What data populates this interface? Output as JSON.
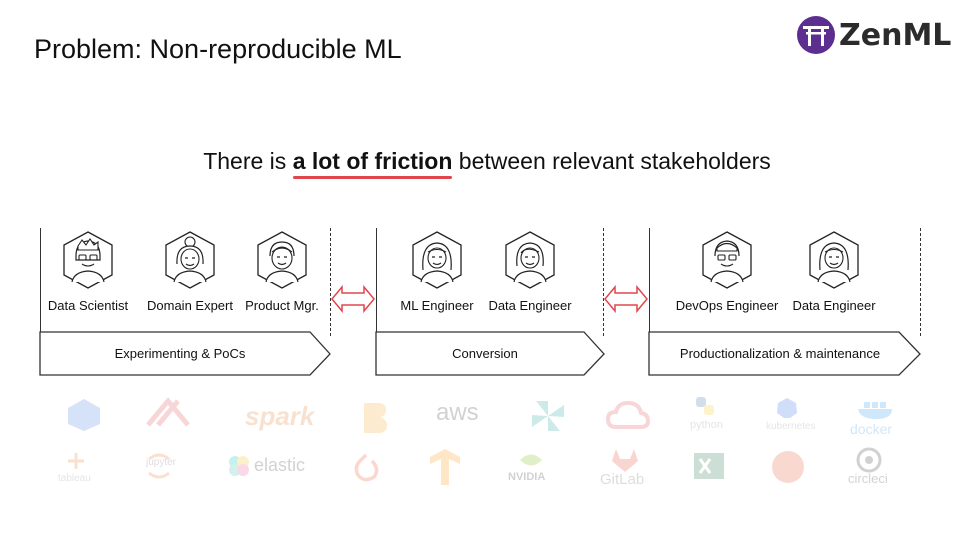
{
  "slide": {
    "title": "Problem: Non-reproducible ML",
    "logo_text": "ZenML",
    "headline_pre": "There is ",
    "headline_emphasis": "a lot of friction",
    "headline_post": " between relevant stakeholders"
  },
  "stages": [
    {
      "name": "Experimenting & PoCs",
      "roles": [
        "Data Scientist",
        "Domain Expert",
        "Product Mgr."
      ]
    },
    {
      "name": "Conversion",
      "roles": [
        "ML Engineer",
        "Data Engineer"
      ]
    },
    {
      "name": "Productionalization & maintenance",
      "roles": [
        "DevOps Engineer",
        "Data Engineer"
      ]
    }
  ],
  "tool_logos": {
    "row1": [
      "google cloud",
      "spark",
      "aws",
      "python",
      "kubernetes",
      "docker"
    ],
    "row2": [
      "tableau",
      "jupyter",
      "elastic",
      "NVIDIA",
      "GitLab",
      "circleci"
    ]
  },
  "colors": {
    "accent_red": "#e0474c",
    "logo_purple": "#5b2e8f"
  }
}
